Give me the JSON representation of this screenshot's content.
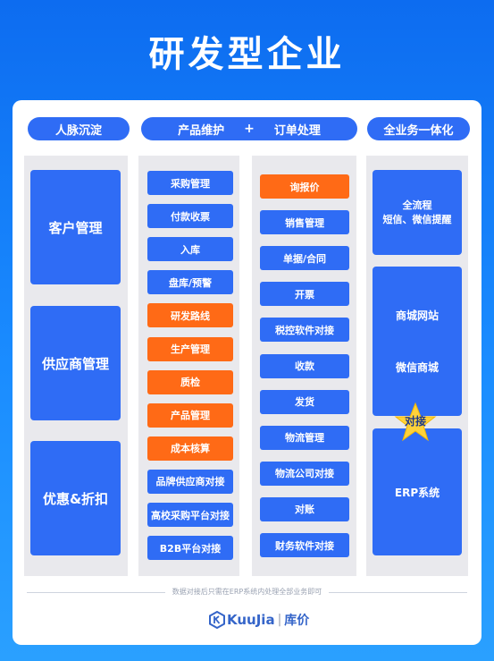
{
  "title": "研发型企业",
  "headers": {
    "col1": "人脉沉淀",
    "col23_left": "产品维护",
    "col23_plus": "+",
    "col23_right": "订单处理",
    "col4": "全业务一体化"
  },
  "col1": [
    "客户管理",
    "供应商管理",
    "优惠&折扣"
  ],
  "col2": [
    {
      "label": "采购管理",
      "color": "blue"
    },
    {
      "label": "付款收票",
      "color": "blue"
    },
    {
      "label": "入库",
      "color": "blue"
    },
    {
      "label": "盘库/预警",
      "color": "blue"
    },
    {
      "label": "研发路线",
      "color": "orange"
    },
    {
      "label": "生产管理",
      "color": "orange"
    },
    {
      "label": "质检",
      "color": "orange"
    },
    {
      "label": "产品管理",
      "color": "orange"
    },
    {
      "label": "成本核算",
      "color": "orange"
    },
    {
      "label": "品牌供应商对接",
      "color": "blue"
    },
    {
      "label": "高校采购平台对接",
      "color": "blue"
    },
    {
      "label": "B2B平台对接",
      "color": "blue"
    }
  ],
  "col3": [
    {
      "label": "询报价",
      "color": "orange"
    },
    {
      "label": "销售管理",
      "color": "blue"
    },
    {
      "label": "单据/合同",
      "color": "blue"
    },
    {
      "label": "开票",
      "color": "blue"
    },
    {
      "label": "税控软件对接",
      "color": "blue"
    },
    {
      "label": "收款",
      "color": "blue"
    },
    {
      "label": "发货",
      "color": "blue"
    },
    {
      "label": "物流管理",
      "color": "blue"
    },
    {
      "label": "物流公司对接",
      "color": "blue"
    },
    {
      "label": "对账",
      "color": "blue"
    },
    {
      "label": "财务软件对接",
      "color": "blue"
    }
  ],
  "col4": {
    "box1_line1": "全流程",
    "box1_line2": "短信、微信提醒",
    "box2_line1": "商城网站",
    "box2_line2": "微信商城",
    "star_label": "对接",
    "box3": "ERP系统"
  },
  "footer": "数据对接后只需在ERP系统内处理全部业务即可",
  "logo": {
    "brand": "KuuJia",
    "sep": "|",
    "cn": "库价",
    "tagline": "·"
  },
  "colors": {
    "blue": "#2f6cf5",
    "orange": "#ff6a16",
    "star": "#ffd23a"
  }
}
